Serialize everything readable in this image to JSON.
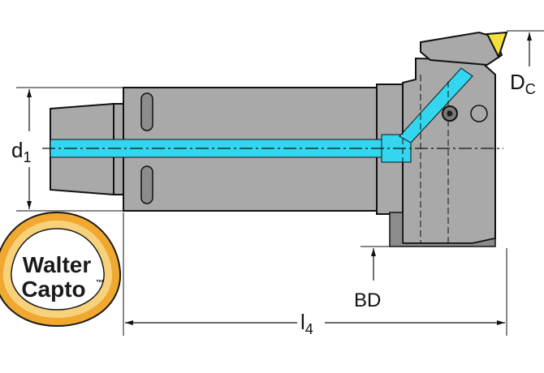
{
  "colors": {
    "background": "#ffffff",
    "body": "#a9a9a9",
    "body_dark": "#8c8c8c",
    "outline": "#111111",
    "coolant": "#33d6ee",
    "insert": "#f3e13a",
    "logo_ring_outer": "#f0a830",
    "logo_ring_inner": "#f7d27a",
    "logo_fill": "#ffffff"
  },
  "dimensions": {
    "d1": {
      "main": "d",
      "sub": "1"
    },
    "dc": {
      "main": "D",
      "sub": "C"
    },
    "bd": "BD",
    "l4": {
      "main": "l",
      "sub": "4"
    }
  },
  "logo": {
    "line1": "Walter",
    "line2": "Capto",
    "trademark": "™"
  },
  "icons": {
    "insert": "triangular-insert-icon",
    "screw": "clamp-screw-icon",
    "logo": "walter-capto-logo"
  }
}
